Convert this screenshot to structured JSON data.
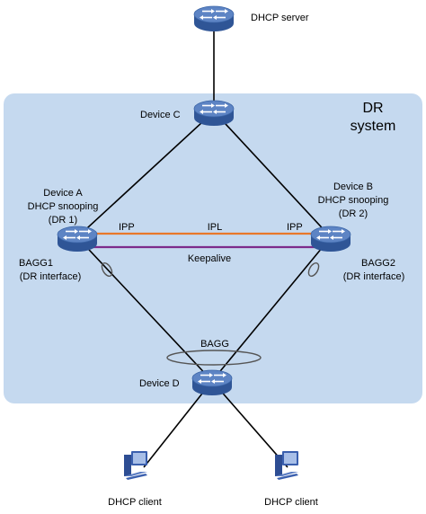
{
  "system": {
    "title_line1": "DR",
    "title_line2": "system"
  },
  "devices": {
    "dhcp_server": {
      "label": "DHCP server"
    },
    "device_c": {
      "label": "Device C"
    },
    "device_a": {
      "line1": "Device A",
      "line2": "DHCP snooping",
      "line3": "(DR 1)"
    },
    "device_b": {
      "line1": "Device B",
      "line2": "DHCP snooping",
      "line3": "(DR 2)"
    },
    "device_d": {
      "label": "Device D"
    },
    "client_left": {
      "label": "DHCP client"
    },
    "client_right": {
      "label": "DHCP client"
    }
  },
  "links": {
    "ipp_left": "IPP",
    "ipl": "IPL",
    "ipp_right": "IPP",
    "keepalive": "Keepalive",
    "bagg": "BAGG"
  },
  "interfaces": {
    "bagg1_line1": "BAGG1",
    "bagg1_line2": "(DR interface)",
    "bagg2_line1": "BAGG2",
    "bagg2_line2": "(DR interface)"
  },
  "colors": {
    "system_area": "#c5d9ef",
    "ipl_link": "#e8782a",
    "keepalive_link": "#7d2b8b",
    "switch_top": "#5d84c4",
    "switch_side": "#2f5596",
    "pc": "#3a5fae"
  },
  "icons": {
    "switch": "network-switch-icon",
    "client": "pc-icon"
  }
}
